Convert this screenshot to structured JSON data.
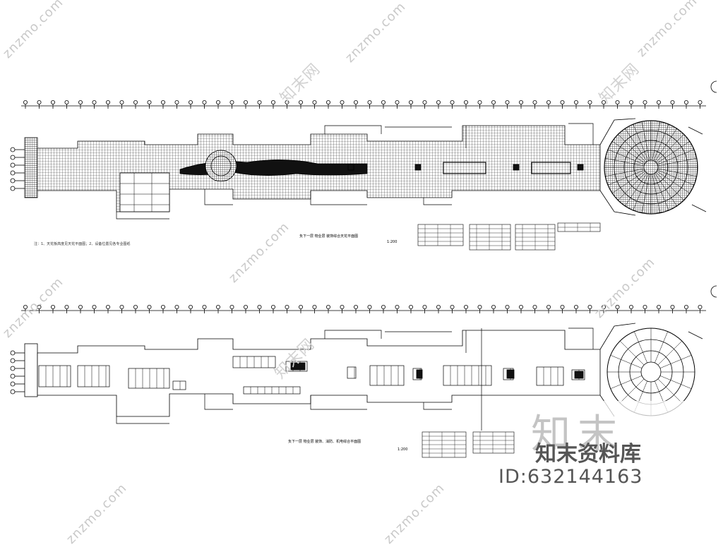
{
  "watermarks": {
    "url": "znzmo.com",
    "cn": "知末网"
  },
  "logo": {
    "mark": "知末",
    "name": "知末资料库",
    "id": "ID:632144163"
  },
  "plan_top": {
    "caption": "负下一层  物业层  装饰综合天花平面图",
    "scale": "1:200",
    "note": "注：1、天花板高度见天花平面图；2、设备位置见各专业图纸"
  },
  "plan_bottom": {
    "caption": "负下一层  物业层  装饰、消防、机电综合平面图",
    "scale": "1:200"
  },
  "colors": {
    "line": "#000000",
    "watermark": "#c9c9c9",
    "logo_text": "#555555"
  }
}
